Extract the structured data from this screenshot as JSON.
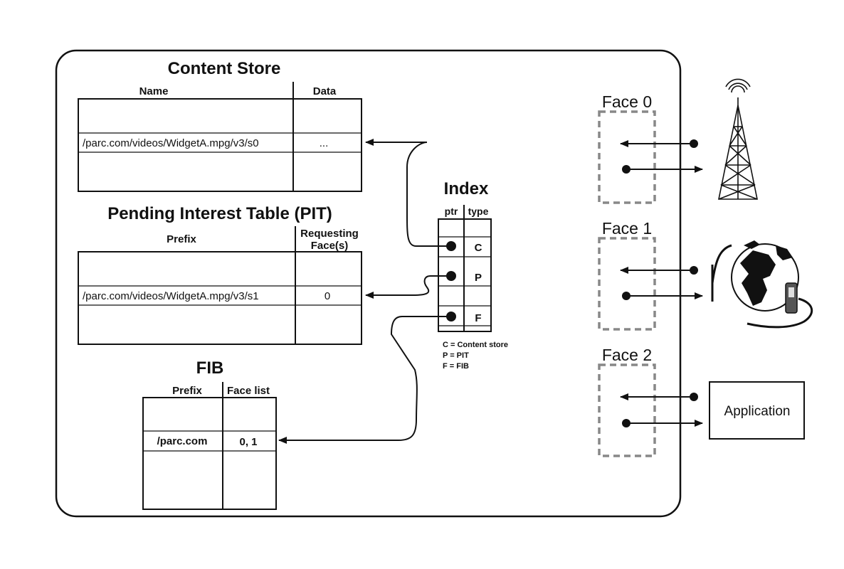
{
  "content_store": {
    "title": "Content Store",
    "col_name": "Name",
    "col_data": "Data",
    "entry_name": "/parc.com/videos/WidgetA.mpg/v3/s0",
    "entry_data": "..."
  },
  "pit": {
    "title": "Pending Interest Table (PIT)",
    "col_prefix": "Prefix",
    "col_faces_line1": "Requesting",
    "col_faces_line2": "Face(s)",
    "entry_prefix": "/parc.com/videos/WidgetA.mpg/v3/s1",
    "entry_faces": "0"
  },
  "fib": {
    "title": "FIB",
    "col_prefix": "Prefix",
    "col_facelist": "Face list",
    "entry_prefix": "/parc.com",
    "entry_faces": "0, 1"
  },
  "index": {
    "title": "Index",
    "col_ptr": "ptr",
    "col_type": "type",
    "types": [
      "C",
      "P",
      "F"
    ],
    "legend": [
      "C = Content store",
      "P = PIT",
      "F = FIB"
    ]
  },
  "faces": {
    "face0": "Face 0",
    "face1": "Face 1",
    "face2": "Face 2",
    "application": "Application"
  },
  "icons": [
    "antenna-tower-icon",
    "globe-network-icon"
  ]
}
